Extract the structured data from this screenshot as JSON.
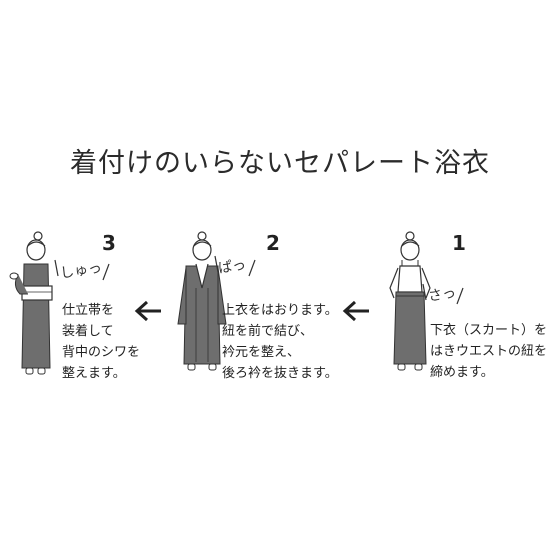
{
  "title": "着付けのいらないセパレート浴衣",
  "steps": [
    {
      "number": "1",
      "sfx": "さっ",
      "lines": [
        "下衣（スカート）を",
        "はきウエストの紐を",
        "締めます。"
      ]
    },
    {
      "number": "2",
      "sfx": "ぱっ",
      "lines": [
        "上衣をはおります。",
        "紐を前で結び、",
        "衿元を整え、",
        "後ろ衿を抜きます。"
      ]
    },
    {
      "number": "3",
      "sfx": "しゅっ",
      "lines": [
        "仕立帯を",
        "装着して",
        "背中のシワを",
        "整えます。"
      ]
    }
  ],
  "colors": {
    "garment": "#6e6e6e",
    "line": "#333333",
    "arrow": "#222222"
  },
  "icons": [
    "arrow-left-icon",
    "arrow-left-icon"
  ]
}
